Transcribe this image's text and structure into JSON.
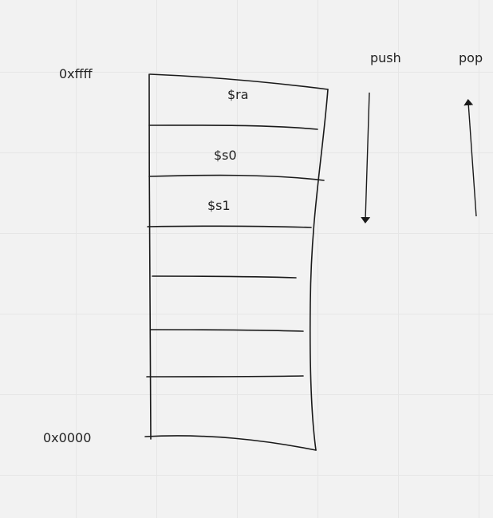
{
  "diagram": {
    "addresses": {
      "top": "0xffff",
      "bottom": "0x0000"
    },
    "stack_slots": [
      "$ra",
      "$s0",
      "$s1"
    ],
    "arrows": {
      "push": "push",
      "pop": "pop"
    },
    "colors": {
      "background": "#f2f2f2",
      "grid": "#e6e6e6",
      "ink": "#1a1a1a",
      "text": "#222222"
    }
  }
}
